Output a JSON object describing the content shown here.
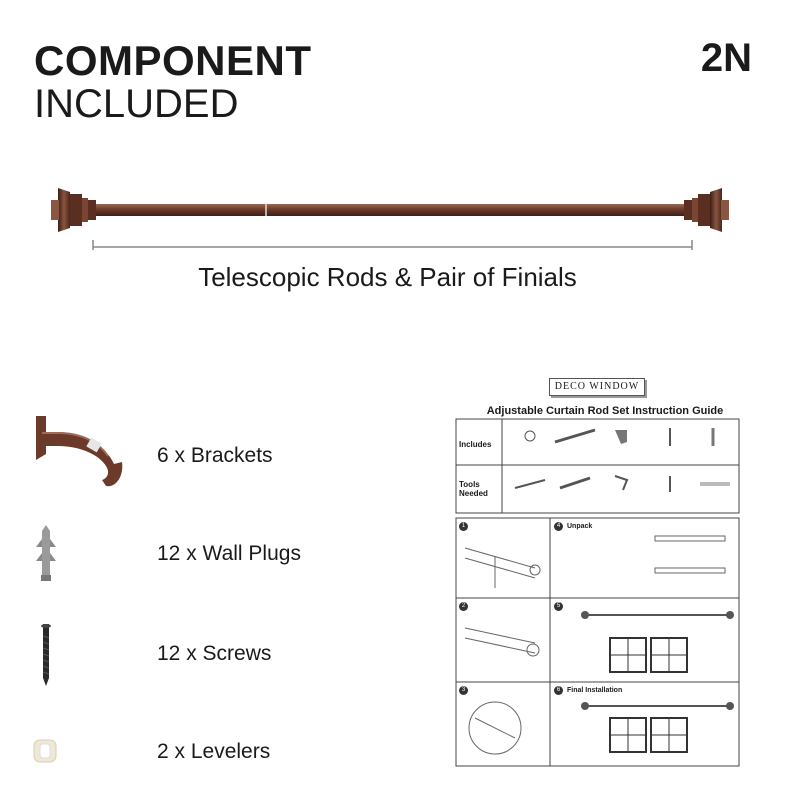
{
  "header": {
    "title_line1": "COMPONENT",
    "title_line2": "INCLUDED",
    "code": "2N"
  },
  "rod": {
    "caption": "Telescopic Rods & Pair of Finials"
  },
  "items": [
    {
      "label": "6 x Brackets",
      "icon": "bracket-icon"
    },
    {
      "label": "12 x Wall Plugs",
      "icon": "wall-plug-icon"
    },
    {
      "label": "12 x Screws",
      "icon": "screw-icon"
    },
    {
      "label": "2 x Levelers",
      "icon": "leveler-icon"
    }
  ],
  "guide": {
    "brand": "DECO WINDOW",
    "title": "Adjustable Curtain Rod Set Instruction Guide",
    "includes_label": "Includes",
    "tools_label": "Tools Needed",
    "steps": {
      "s1": "1",
      "s2": "2",
      "s3": "3",
      "s4": "4",
      "s4_title": "Unpack",
      "s5": "5",
      "s6": "6",
      "s6_title": "Final Installation"
    }
  },
  "colors": {
    "rod_brown": "#6b3a2a",
    "rod_highlight": "#9b6a55",
    "text": "#1a1a1a"
  }
}
